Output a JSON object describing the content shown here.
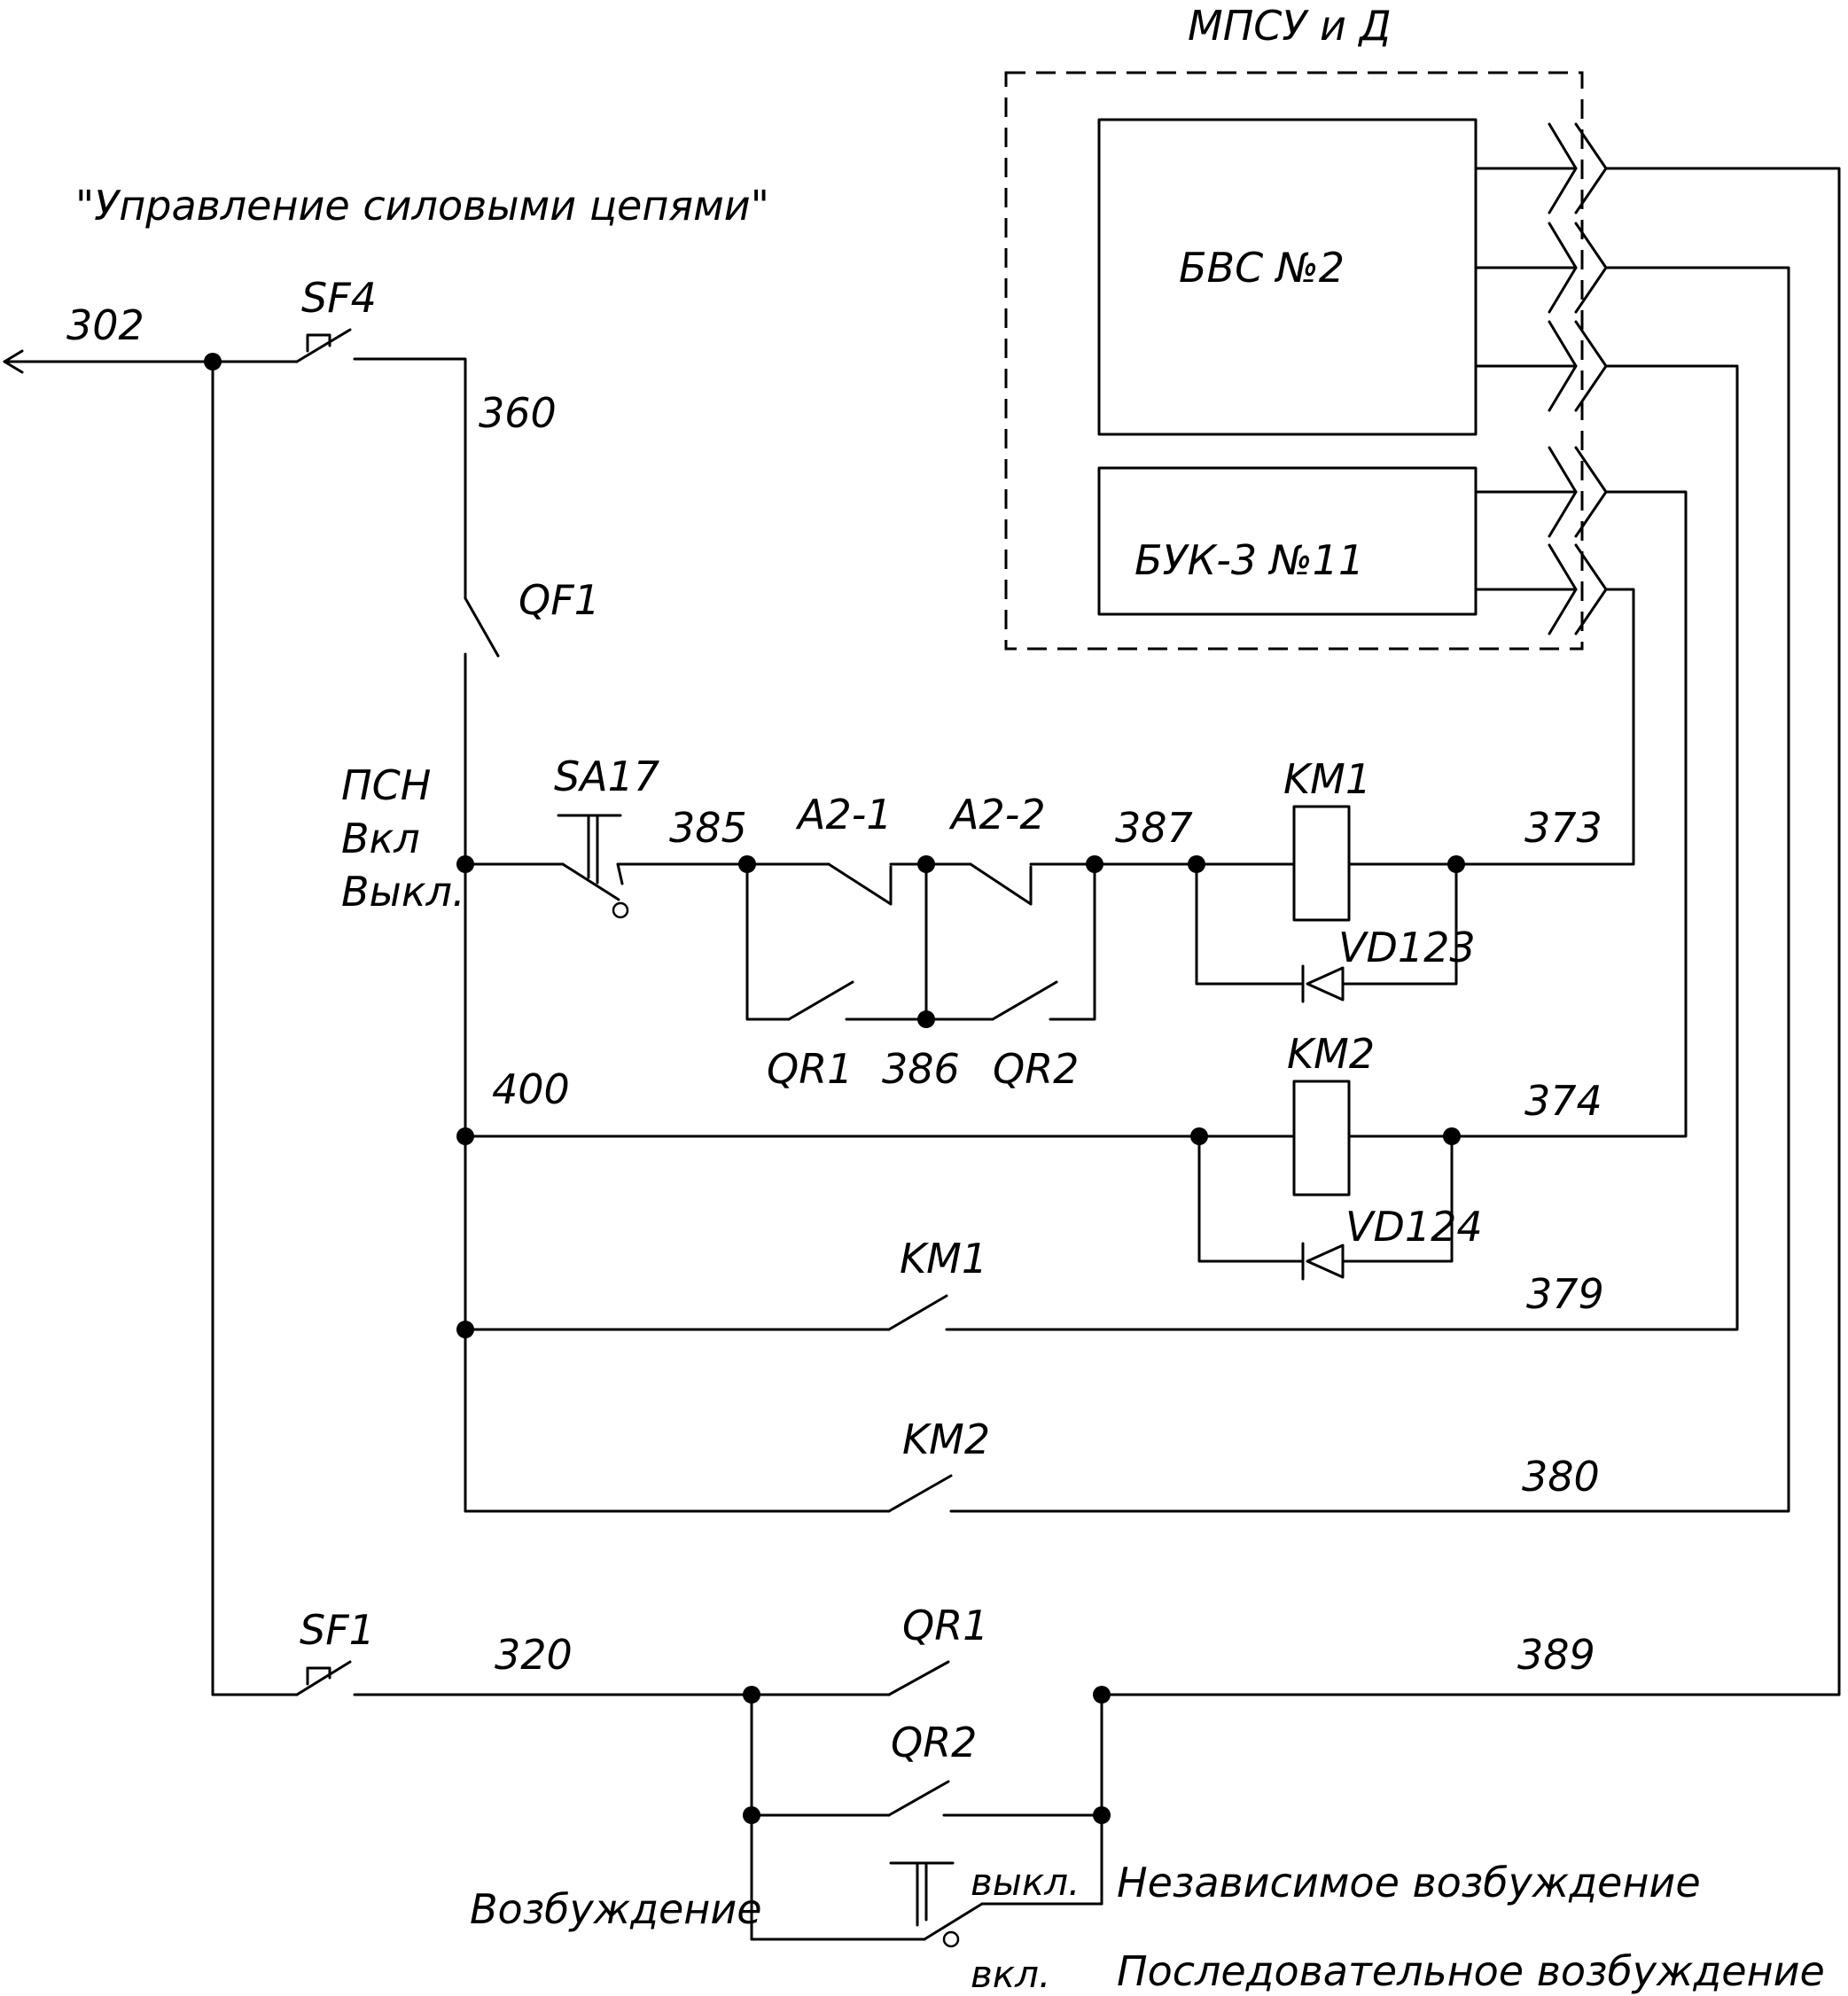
{
  "title": "\"Управление силовыми цепями\"",
  "module": {
    "name": "МПСУ и Д",
    "blocks": [
      {
        "label": "БВС №2"
      },
      {
        "label": "БУК-3 №11"
      }
    ]
  },
  "wires": {
    "w302": "302",
    "w360": "360",
    "w385": "385",
    "w386": "386",
    "w387": "387",
    "w373": "373",
    "w400": "400",
    "w374": "374",
    "w379": "379",
    "w380": "380",
    "w320": "320",
    "w389": "389"
  },
  "components": {
    "sf4": "SF4",
    "sf1": "SF1",
    "qf1": "QF1",
    "sa17": "SA17",
    "a2_1": "A2-1",
    "a2_2": "A2-2",
    "qr1_a": "QR1",
    "qr2_a": "QR2",
    "qr1_b": "QR1",
    "qr2_b": "QR2",
    "km1_coil": "KM1",
    "km2_coil": "KM2",
    "km1_contact": "KM1",
    "km2_contact": "KM2",
    "vd123": "VD123",
    "vd124": "VD124"
  },
  "psn": {
    "line1": "ПСН",
    "line2": "Вкл",
    "line3": "Выкл."
  },
  "excitation": {
    "label": "Возбуждение",
    "off": "выкл.",
    "on": "вкл.",
    "independent": "Независимое возбуждение",
    "serial": "Последовательное возбуждение"
  }
}
